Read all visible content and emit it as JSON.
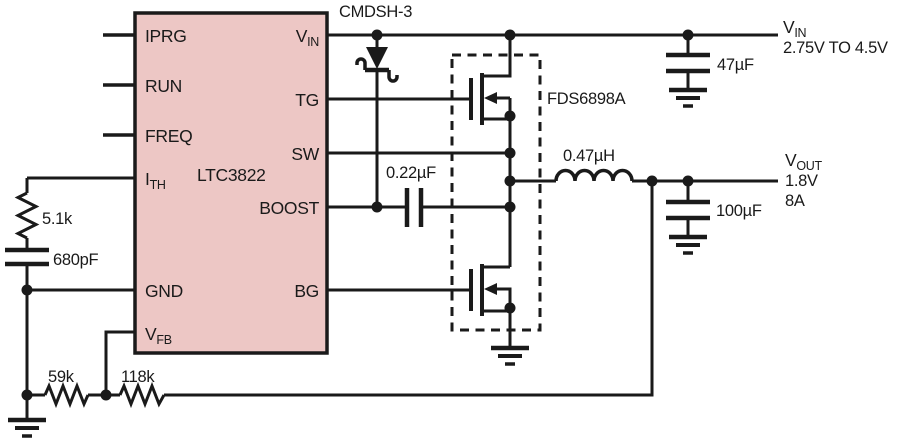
{
  "ic": {
    "part_number": "LTC3822",
    "pins_left": {
      "iprg": "IPRG",
      "run": "RUN",
      "freq": "FREQ",
      "ith_base": "I",
      "ith_sub": "TH",
      "gnd": "GND",
      "vfb_base": "V",
      "vfb_sub": "FB"
    },
    "pins_right": {
      "vin_base": "V",
      "vin_sub": "IN",
      "tg": "TG",
      "sw": "SW",
      "boost": "BOOST",
      "bg": "BG"
    }
  },
  "components": {
    "schottky_diode": "CMDSH-3",
    "boost_capacitor": "0.22µF",
    "mosfet_pair": "FDS6898A",
    "inductor": "0.47µH",
    "input_capacitor": "47µF",
    "output_capacitor": "100µF",
    "compensation_resistor": "5.1k",
    "compensation_capacitor": "680pF",
    "feedback_resistor_bottom": "59k",
    "feedback_resistor_top": "118k"
  },
  "io": {
    "vin_base": "V",
    "vin_sub": "IN",
    "vin_range": "2.75V TO 4.5V",
    "vout_base": "V",
    "vout_sub": "OUT",
    "vout_voltage": "1.8V",
    "vout_current": "8A"
  },
  "colors": {
    "ic_fill": "#edc7c5",
    "line": "#1a1a1a",
    "background": "#ffffff"
  }
}
